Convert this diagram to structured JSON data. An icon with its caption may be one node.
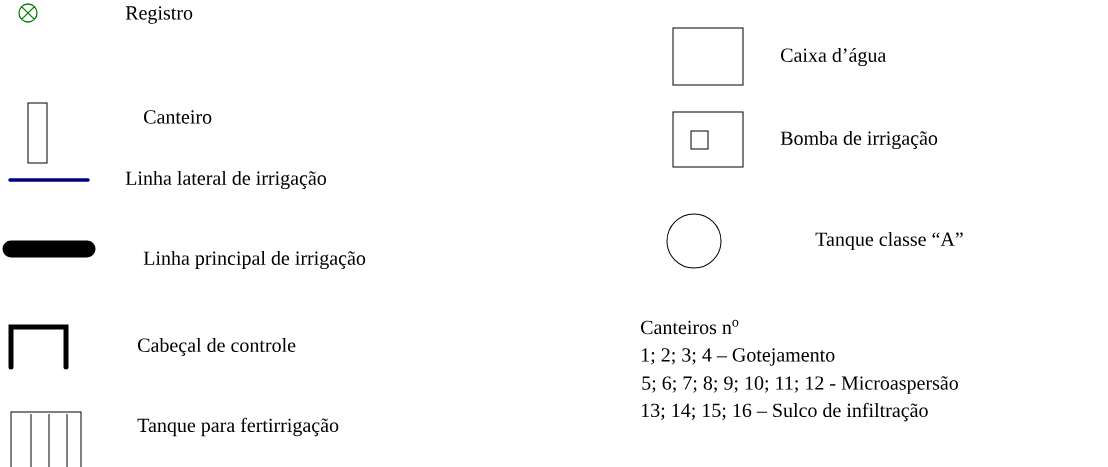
{
  "diagram": {
    "legend": [
      {
        "text": "Registro"
      },
      {
        "text": "Canteiro"
      },
      {
        "text": "Linha lateral de irrigação"
      },
      {
        "text": "Linha principal de irrigação"
      },
      {
        "text": "Cabeçal de controle"
      },
      {
        "text": "Tanque para fertirrigação"
      },
      {
        "text": "Caixa d’água"
      },
      {
        "text": "Bomba de irrigação"
      },
      {
        "text": "Tanque classe  “A”"
      }
    ],
    "labels": [
      "Canteiros n$^{o}$",
      "1; 2; 3; 4 –  Gotejamento",
      "5; 6; 7; 8; 9; 10; 11; 12 -  Microaspersão",
      "13; 14; 15; 16 – Sulco de infiltração"
    ]
  }
}
